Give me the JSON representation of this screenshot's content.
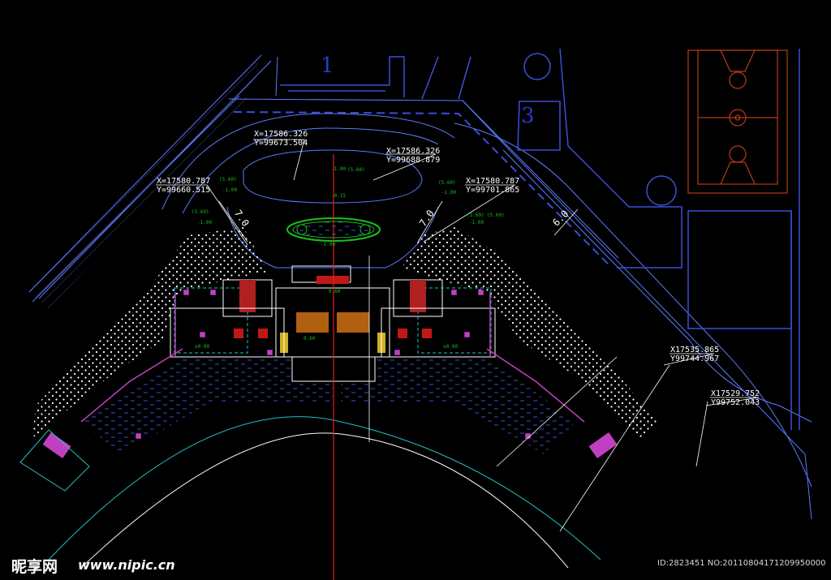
{
  "zones": [
    "1",
    "3"
  ],
  "dimensions": [
    "7.0",
    "7.0",
    "6.0"
  ],
  "coordinates": [
    {
      "x": "X=17586.326",
      "y": "Y=99673.504"
    },
    {
      "x": "X=17586.326",
      "y": "Y=99688.879"
    },
    {
      "x": "X=17580.787",
      "y": "Y=99660.515"
    },
    {
      "x": "X=17580.787",
      "y": "Y=99701.865"
    },
    {
      "x": "X17535.865",
      "y": "Y99744.967"
    },
    {
      "x": "X17529.752",
      "y": "Y99752.043"
    }
  ],
  "elevations": [
    "(5.60)",
    "(5.60)",
    "(5.60)",
    "(5.60)",
    "(5.69)",
    "(5.69)",
    "-1.00",
    "-1.00",
    "-1.00",
    "-1.00",
    "-1.00",
    "-1.00",
    "-0.15",
    "±0.00",
    "±0.00",
    "0.60",
    "0.60"
  ],
  "colors": {
    "background": "#000000",
    "road": "#3b4fd8",
    "curb": "#5c7cff",
    "building": "#ffffff",
    "magenta": "#c040c0",
    "green": "#18c018",
    "red": "#e02020",
    "cyan": "#20c0c0",
    "court": "#b83a1a"
  },
  "watermark": {
    "logo": "昵享网",
    "url": "www.nipic.cn",
    "id": "ID:2823451 NO:20110804171209950000"
  }
}
